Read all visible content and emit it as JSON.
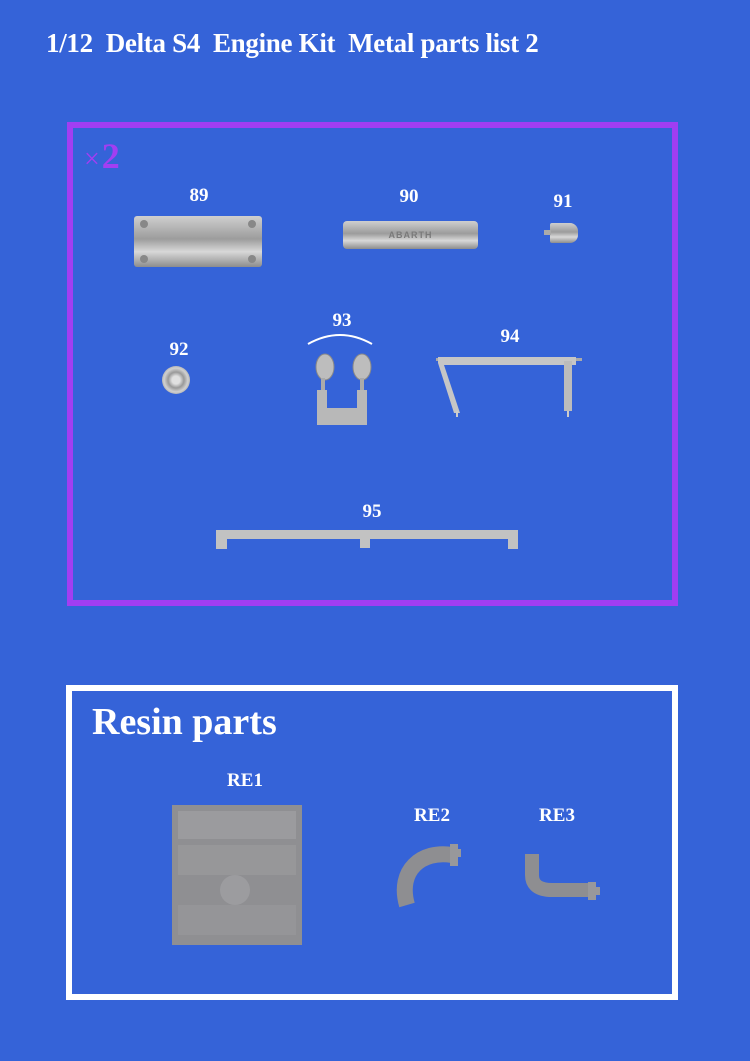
{
  "title": "1/12  Delta S4  Engine Kit  Metal parts list 2",
  "metal_parts": {
    "quantity_label": "2",
    "quantity_symbol": "×",
    "border_color": "#a23ef2",
    "parts": [
      {
        "id": "89",
        "name": "cylinder-shell"
      },
      {
        "id": "90",
        "name": "cam-cover",
        "engraving": "ABARTH"
      },
      {
        "id": "91",
        "name": "small-cylinder"
      },
      {
        "id": "92",
        "name": "round-cap"
      },
      {
        "id": "93",
        "name": "twin-pulley-bracket"
      },
      {
        "id": "94",
        "name": "frame-bracket"
      },
      {
        "id": "95",
        "name": "long-bar"
      }
    ]
  },
  "resin_parts": {
    "title": "Resin parts",
    "parts": [
      {
        "id": "RE1",
        "name": "engine-block"
      },
      {
        "id": "RE2",
        "name": "curved-pipe"
      },
      {
        "id": "RE3",
        "name": "elbow-pipe"
      }
    ]
  },
  "colors": {
    "background": "#3563d8",
    "metal_border": "#a23ef2",
    "resin_border": "#ffffff"
  }
}
